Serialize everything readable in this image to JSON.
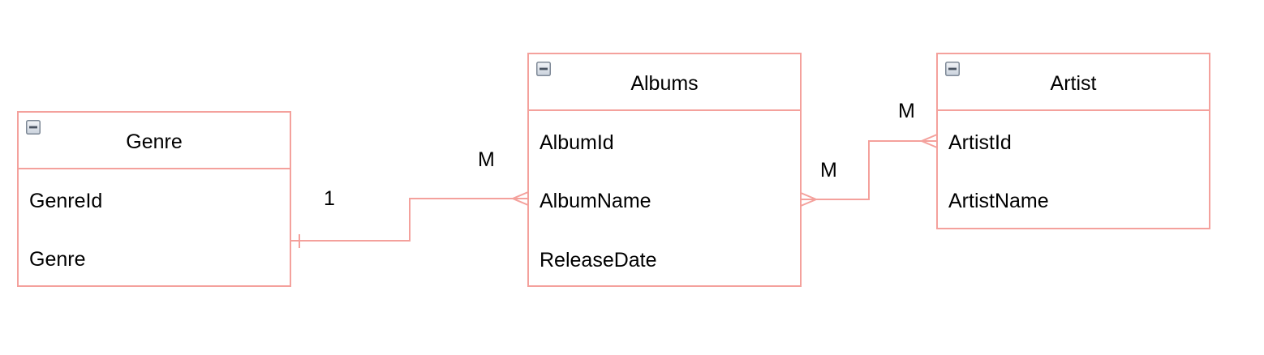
{
  "diagram": {
    "line_color": "#f4a19c",
    "entities": {
      "genre": {
        "title": "Genre",
        "fields": [
          "GenreId",
          "Genre"
        ]
      },
      "albums": {
        "title": "Albums",
        "fields": [
          "AlbumId",
          "AlbumName",
          "ReleaseDate"
        ]
      },
      "artist": {
        "title": "Artist",
        "fields": [
          "ArtistId",
          "ArtistName"
        ]
      }
    },
    "relationships": {
      "genre_albums": {
        "from": "Genre.Genre",
        "to": "Albums.AlbumName",
        "from_cardinality": "1",
        "to_cardinality": "M"
      },
      "albums_artist": {
        "from": "Albums.AlbumName",
        "to": "Artist.ArtistId",
        "from_cardinality": "M",
        "to_cardinality": "M"
      }
    }
  }
}
